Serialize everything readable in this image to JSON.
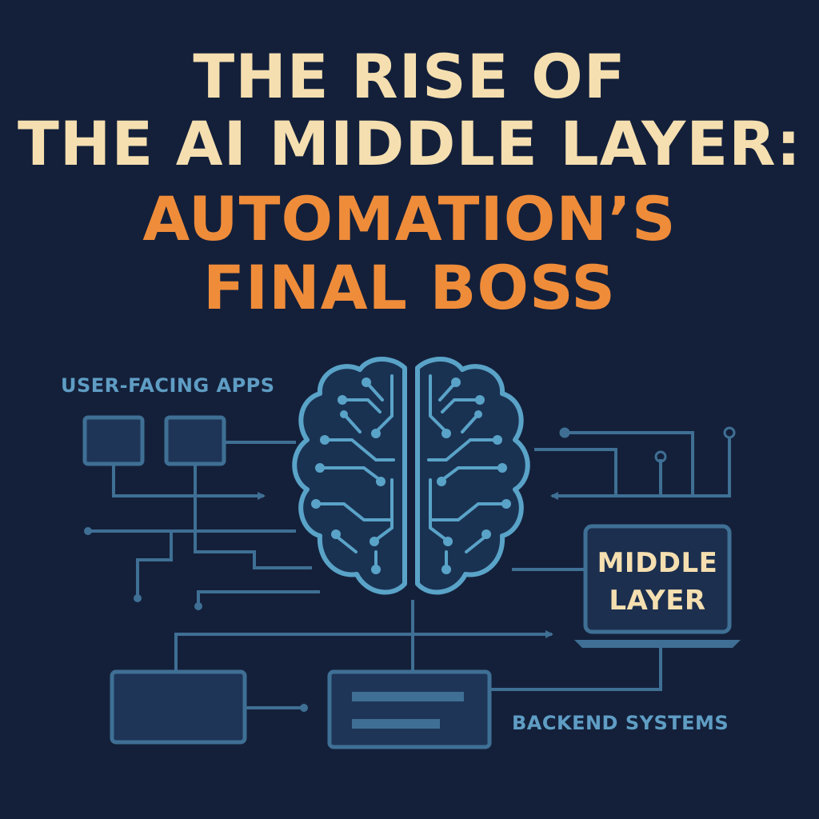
{
  "title": {
    "line1": "THE RISE OF",
    "line2": "THE AI MIDDLE LAYER:",
    "line3": "AUTOMATION’S",
    "line4": "FINAL BOSS"
  },
  "labels": {
    "user_facing": "USER-FACING APPS",
    "middle_layer_1": "MIDDLE",
    "middle_layer_2": "LAYER",
    "backend": "BACKEND SYSTEMS"
  },
  "colors": {
    "background": "#14203a",
    "title_primary": "#f5dfb0",
    "title_accent": "#ef8c3a",
    "lines": "#3f6f94",
    "brain": "#5aa3c8",
    "label_text": "#5f9dc4"
  },
  "icons": [
    "brain-circuit-icon",
    "laptop-icon",
    "app-window-icon",
    "server-icon"
  ]
}
